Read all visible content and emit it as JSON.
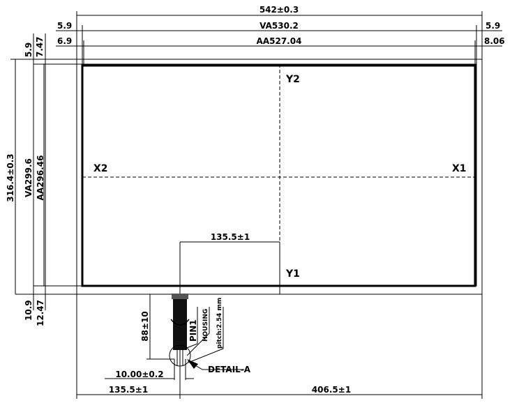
{
  "dimensions": {
    "overall_width": "542±0.3",
    "va_width": "VA530.2",
    "aa_width": "AA527.04",
    "va_left": "5.9",
    "va_right": "5.9",
    "aa_left": "6.9",
    "aa_right": "8.06",
    "va_top": "5.9",
    "aa_top": "7.47",
    "overall_height": "316.4±0.3",
    "va_height": "VA299.6",
    "aa_height": "AA296.46",
    "va_bottom": "10.9",
    "aa_bottom": "12.47",
    "tail_offset_top": "135.5±1",
    "tail_length": "88±10",
    "tail_width": "10.00±0.2",
    "tail_offset_left": "135.5±1",
    "tail_offset_right": "406.5±1"
  },
  "axes": {
    "x1": "X1",
    "x2": "X2",
    "y1": "Y1",
    "y2": "Y2"
  },
  "callouts": {
    "pin": "PIN1",
    "housing": "HOUSING",
    "pitch": "pitch:2.54 mm",
    "detail": "DETAIL-A"
  }
}
